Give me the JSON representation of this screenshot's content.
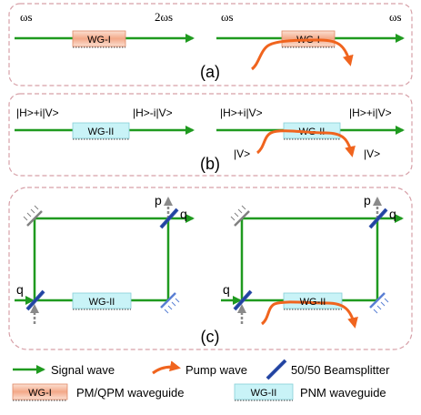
{
  "panel_labels": {
    "a": "(a)",
    "b": "(b)",
    "c": "(c)"
  },
  "waveguides": {
    "wg1": "WG-I",
    "wg2": "WG-II"
  },
  "panel_a": {
    "left_input": "ωs",
    "left_output": "2ωs",
    "right_input": "ωs",
    "right_output": "ωs"
  },
  "panel_b": {
    "left_input": "|H>+i|V>",
    "left_output": "|H>-i|V>",
    "right_input": "|H>+i|V>",
    "right_output": "|H>+i|V>",
    "right_pump_in": "|V>",
    "right_pump_out": "|V>"
  },
  "panel_c": {
    "left_q_in": "q",
    "left_p_out": "p",
    "left_q_out": "q",
    "right_q_in": "q",
    "right_p_out": "p",
    "right_q_out": "q"
  },
  "legend": {
    "signal": "Signal wave",
    "pump": "Pump wave",
    "beamsplitter": "50/50 Beamsplitter",
    "wg1_desc": "PM/QPM waveguide",
    "wg2_desc": "PNM waveguide"
  },
  "colors": {
    "signal": "#1f9a1f",
    "pump": "#f0641e",
    "border": "#d7a0a8",
    "wg1_fill": "#f3b89e",
    "wg2_fill": "#c9f3f7",
    "beamsplitter": "#2a4fb0",
    "mirror": "#808080"
  }
}
